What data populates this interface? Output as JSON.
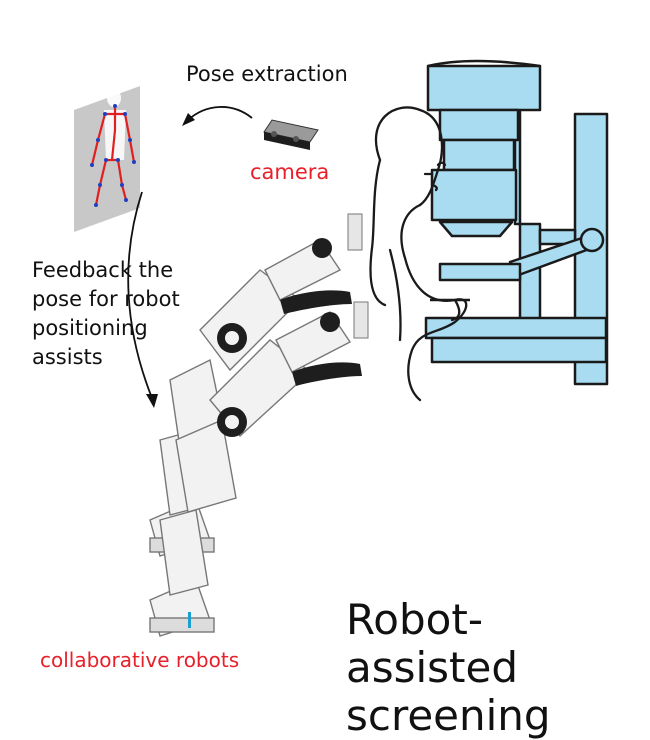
{
  "labels": {
    "pose_extraction": "Pose extraction",
    "camera": "camera",
    "feedback": "Feedback the pose for robot positioning assists",
    "collaborative_robots": "collaborative robots",
    "title": "Robot-assisted screening"
  },
  "colors": {
    "accent_red": "#e8202a",
    "machine_blue": "#a9dcf0",
    "machine_outline": "#1a1a1a",
    "panel_gray": "#c8c8c8",
    "skeleton_red": "#e02020",
    "joint_blue": "#1f3fbf",
    "robot_dark": "#1e1e1e"
  },
  "icons": {
    "camera": "depth-camera-icon",
    "pose_panel": "pose-skeleton-icon",
    "machine": "mammography-machine-icon",
    "patient": "patient-outline-icon",
    "robot": "robot-arm-icon"
  }
}
